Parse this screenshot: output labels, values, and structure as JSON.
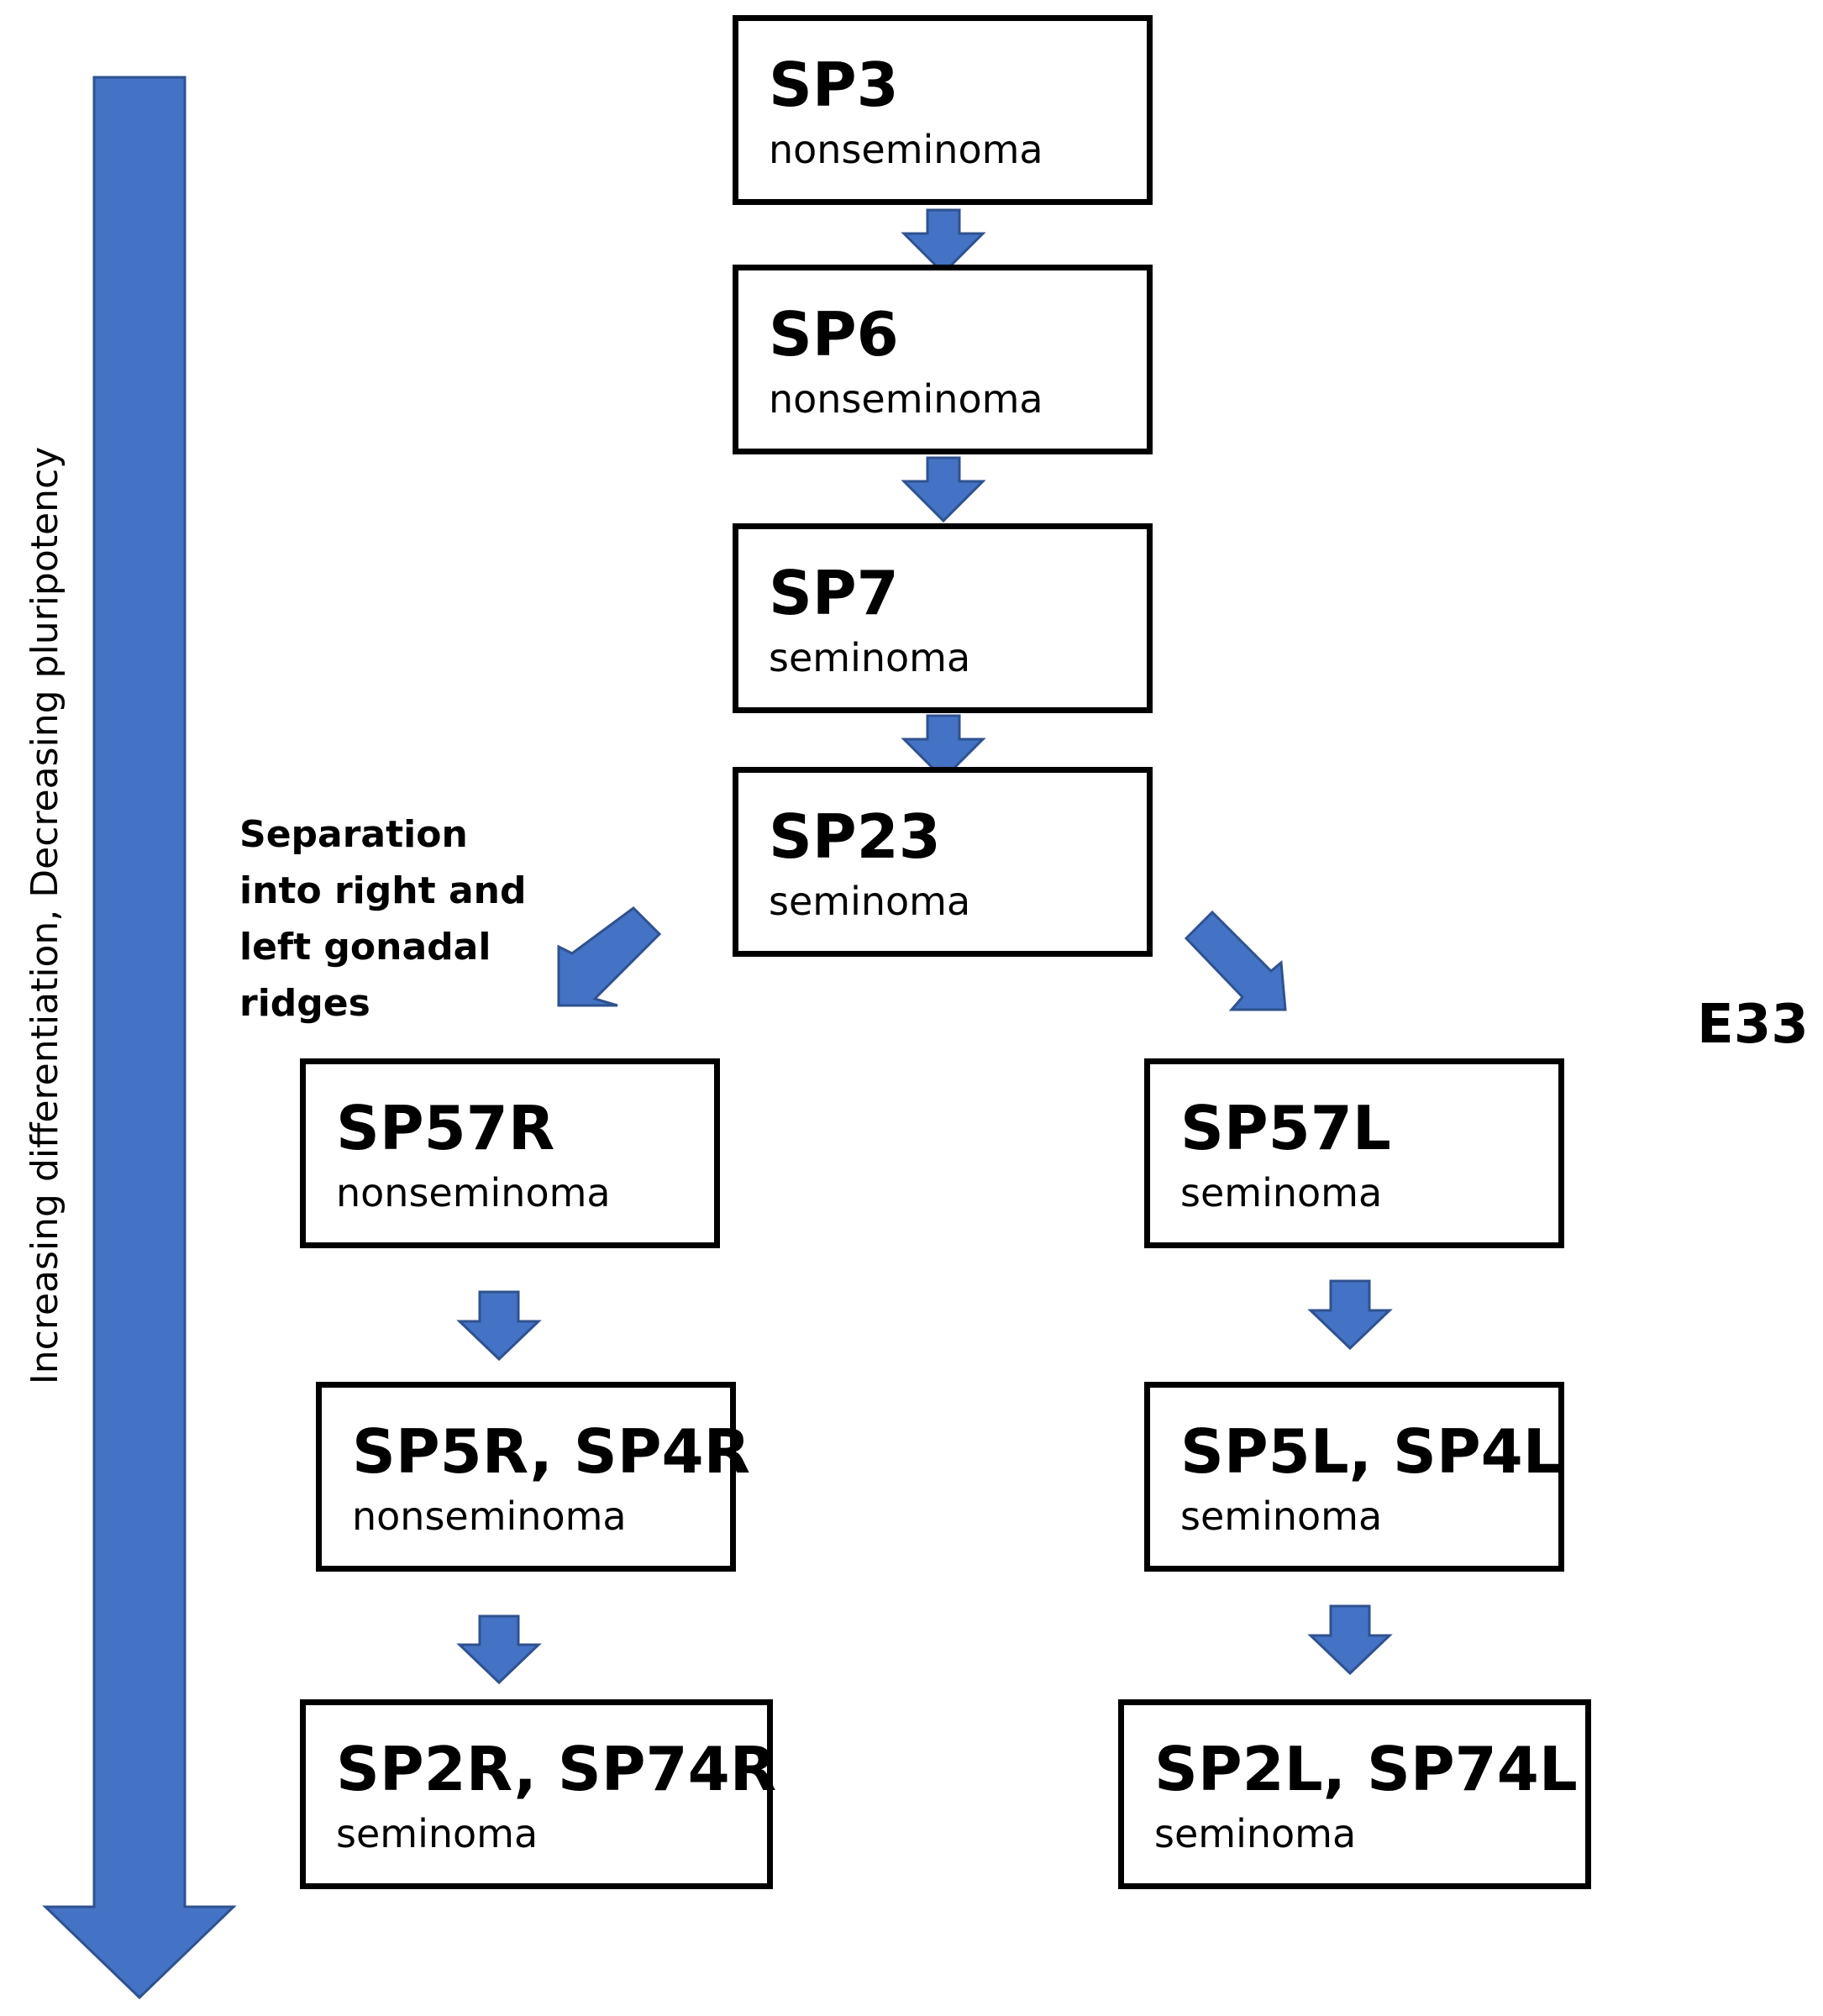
{
  "colors": {
    "arrow_fill": "#4472C4",
    "arrow_stroke": "#2F528F",
    "box_border": "#000000",
    "background": "#FFFFFF"
  },
  "axis": {
    "label": "Increasing differentiation, Decreasing pluripotency",
    "direction": "down"
  },
  "embryo_label": "E33",
  "separation_note": {
    "lines": [
      "Separation",
      "into right and",
      "left gonadal",
      "ridges"
    ]
  },
  "nodes": {
    "sp3": {
      "title": "SP3",
      "type": "nonseminoma"
    },
    "sp6": {
      "title": "SP6",
      "type": "nonseminoma"
    },
    "sp7": {
      "title": "SP7",
      "type": "seminoma"
    },
    "sp23": {
      "title": "SP23",
      "type": "seminoma"
    },
    "sp57r": {
      "title": "SP57R",
      "type": "nonseminoma"
    },
    "sp5r_sp4r": {
      "title": "SP5R, SP4R",
      "type": "nonseminoma"
    },
    "sp2r_sp74r": {
      "title": "SP2R, SP74R",
      "type": "seminoma"
    },
    "sp57l": {
      "title": "SP57L",
      "type": "seminoma"
    },
    "sp5l_sp4l": {
      "title": "SP5L, SP4L",
      "type": "seminoma"
    },
    "sp2l_sp74l": {
      "title": "SP2L, SP74L",
      "type": "seminoma"
    }
  },
  "edges": [
    {
      "from": "SP3",
      "to": "SP6"
    },
    {
      "from": "SP6",
      "to": "SP7"
    },
    {
      "from": "SP7",
      "to": "SP23"
    },
    {
      "from": "SP23",
      "to": "SP57R"
    },
    {
      "from": "SP23",
      "to": "SP57L"
    },
    {
      "from": "SP57R",
      "to": "SP5R, SP4R"
    },
    {
      "from": "SP5R, SP4R",
      "to": "SP2R, SP74R"
    },
    {
      "from": "SP57L",
      "to": "SP5L, SP4L"
    },
    {
      "from": "SP5L, SP4L",
      "to": "SP2L, SP74L"
    }
  ]
}
